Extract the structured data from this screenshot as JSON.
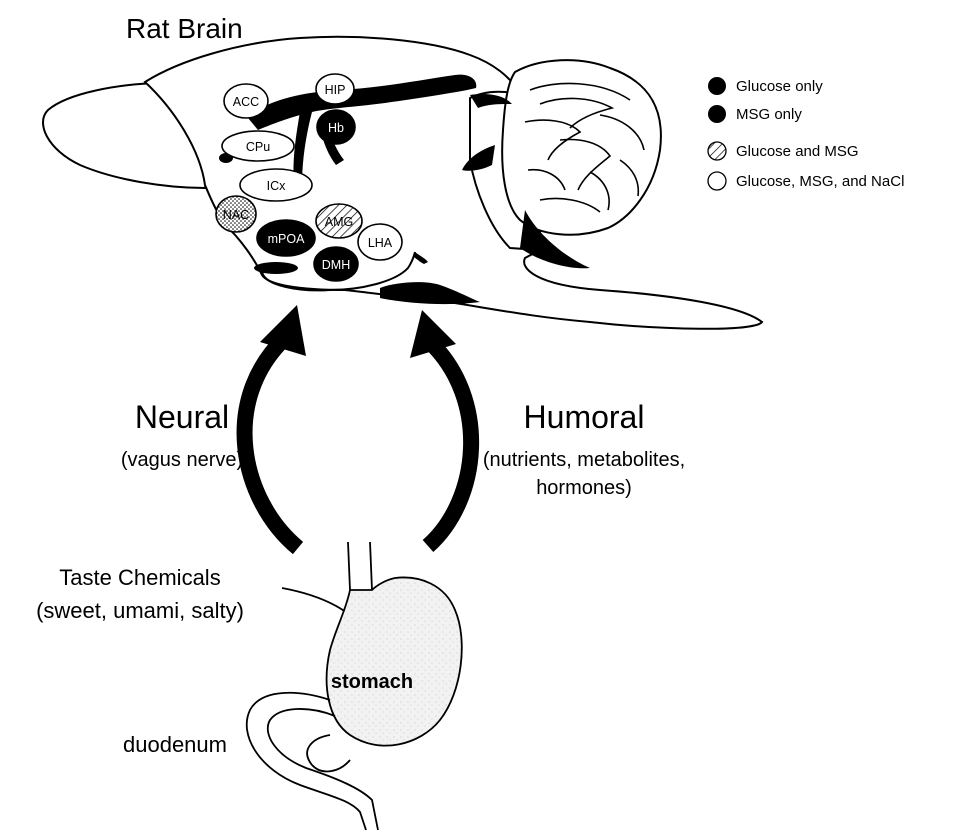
{
  "title": "Rat Brain",
  "regions": [
    {
      "key": "ACC",
      "label": "ACC",
      "group": "all"
    },
    {
      "key": "HIP",
      "label": "HIP",
      "group": "all"
    },
    {
      "key": "Hb",
      "label": "Hb",
      "group": "msg"
    },
    {
      "key": "CPu",
      "label": "CPu",
      "group": "all"
    },
    {
      "key": "ICx",
      "label": "ICx",
      "group": "all"
    },
    {
      "key": "NAC",
      "label": "NAC",
      "group": "dotted"
    },
    {
      "key": "AMG",
      "label": "AMG",
      "group": "both"
    },
    {
      "key": "mPOA",
      "label": "mPOA",
      "group": "msg"
    },
    {
      "key": "LHA",
      "label": "LHA",
      "group": "all"
    },
    {
      "key": "DMH",
      "label": "DMH",
      "group": "msg"
    }
  ],
  "legend": [
    {
      "label": "Glucose only",
      "style": "filled"
    },
    {
      "label": "MSG only",
      "style": "filled"
    },
    {
      "label": "Glucose and MSG",
      "style": "hatched"
    },
    {
      "label": "Glucose, MSG, and NaCl",
      "style": "open"
    }
  ],
  "pathways": {
    "neural": {
      "label": "Neural",
      "detail": "(vagus nerve)"
    },
    "humoral": {
      "label": "Humoral",
      "detail_lines": [
        "(nutrients, metabolites,",
        "hormones)"
      ]
    }
  },
  "taste": {
    "lines": [
      "Taste Chemicals",
      "(sweet, umami, salty)"
    ]
  },
  "organs": {
    "stomach": "stomach",
    "duodenum": "duodenum"
  },
  "colors": {
    "ink": "#000000",
    "paper": "#ffffff",
    "stomach_fill": "#ededed"
  }
}
